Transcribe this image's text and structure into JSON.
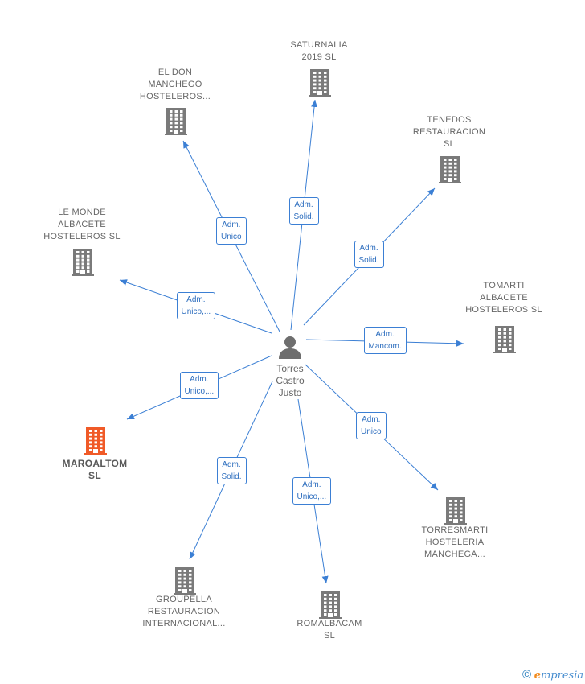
{
  "colors": {
    "edge": "#3b7fd4",
    "building": "#7a7a7a",
    "highlight": "#f05a28",
    "person": "#6e6e6e"
  },
  "center": {
    "name_lines": [
      "Torres",
      "Castro",
      "Justo"
    ],
    "icon": "person-icon"
  },
  "companies": [
    {
      "id": "saturnalia",
      "lines": [
        "SATURNALIA",
        "2019  SL"
      ],
      "icon": "building-icon",
      "highlight": false
    },
    {
      "id": "el-don",
      "lines": [
        "EL DON",
        "MANCHEGO",
        "HOSTELEROS..."
      ],
      "icon": "building-icon",
      "highlight": false
    },
    {
      "id": "tenedos",
      "lines": [
        "TENEDOS",
        "RESTAURACION",
        "SL"
      ],
      "icon": "building-icon",
      "highlight": false
    },
    {
      "id": "le-monde",
      "lines": [
        "LE MONDE",
        "ALBACETE",
        "HOSTELEROS SL"
      ],
      "icon": "building-icon",
      "highlight": false
    },
    {
      "id": "tomarti",
      "lines": [
        "TOMARTI",
        "ALBACETE",
        "HOSTELEROS SL"
      ],
      "icon": "building-icon",
      "highlight": false
    },
    {
      "id": "maroaltom",
      "lines": [
        "MAROALTOM",
        "SL"
      ],
      "icon": "building-icon",
      "highlight": true
    },
    {
      "id": "torresmarti",
      "lines": [
        "TORRESMARTI",
        "HOSTELERIA",
        "MANCHEGA..."
      ],
      "icon": "building-icon",
      "highlight": false
    },
    {
      "id": "groupella",
      "lines": [
        "GROUPELLA",
        "RESTAURACION",
        "INTERNACIONAL..."
      ],
      "icon": "building-icon",
      "highlight": false
    },
    {
      "id": "romalbacam",
      "lines": [
        "ROMALBACAM",
        "SL"
      ],
      "icon": "building-icon",
      "highlight": false
    }
  ],
  "edges": [
    {
      "to": "saturnalia",
      "lines": [
        "Adm.",
        "Solid."
      ]
    },
    {
      "to": "el-don",
      "lines": [
        "Adm.",
        "Unico"
      ]
    },
    {
      "to": "tenedos",
      "lines": [
        "Adm.",
        "Solid."
      ]
    },
    {
      "to": "le-monde",
      "lines": [
        "Adm.",
        "Unico,..."
      ]
    },
    {
      "to": "tomarti",
      "lines": [
        "Adm.",
        "Mancom."
      ]
    },
    {
      "to": "maroaltom",
      "lines": [
        "Adm.",
        "Unico,..."
      ]
    },
    {
      "to": "torresmarti",
      "lines": [
        "Adm.",
        "Unico"
      ]
    },
    {
      "to": "groupella",
      "lines": [
        "Adm.",
        "Solid."
      ]
    },
    {
      "to": "romalbacam",
      "lines": [
        "Adm.",
        "Unico,..."
      ]
    }
  ],
  "footer": {
    "copyright_symbol": "©",
    "brand_initial": "e",
    "brand_rest": "mpresia"
  }
}
